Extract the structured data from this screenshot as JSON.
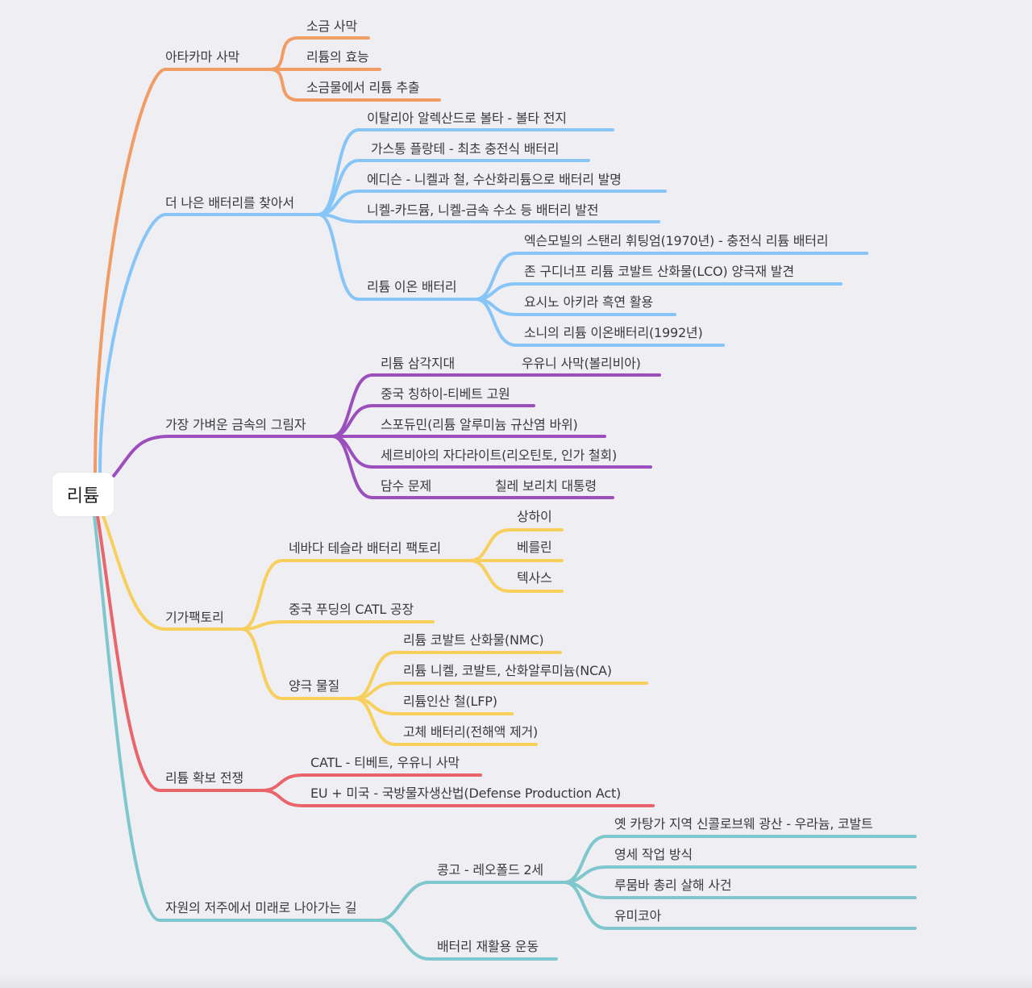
{
  "root": {
    "label": "리튬"
  },
  "colors": {
    "background": "#efeef3",
    "orange": "#f29c65",
    "blue": "#86c5f6",
    "purple": "#9b4fbd",
    "yellow": "#f7cf5c",
    "red": "#e8656b",
    "teal": "#7ec7cc"
  },
  "branches": [
    {
      "label": "아타카마 사막",
      "color": "orange",
      "children": [
        {
          "label": "소금 사막"
        },
        {
          "label": "리튬의 효능"
        },
        {
          "label": "소금물에서 리튬 추출"
        }
      ]
    },
    {
      "label": "더 나은 배터리를 찾아서",
      "color": "blue",
      "children": [
        {
          "label": "이탈리아 알렉산드로 볼타 - 볼타 전지"
        },
        {
          "label": "가스통 플랑테 - 최초 충전식 배터리"
        },
        {
          "label": "에디슨 - 니켈과 철, 수산화리튬으로 배터리 발명"
        },
        {
          "label": "니켈-카드뮴, 니켈-금속 수소 등 배터리 발전"
        },
        {
          "label": "리튬 이온 배터리",
          "children": [
            {
              "label": "엑슨모빌의 스탠리 휘팅엄(1970년) - 충전식 리튬 배터리"
            },
            {
              "label": "존 구디너프 리튬 코발트 산화물(LCO) 양극재 발견"
            },
            {
              "label": "요시노 아키라 흑연 활용"
            },
            {
              "label": "소니의 리튬 이온배터리(1992년)"
            }
          ]
        }
      ]
    },
    {
      "label": "가장 가벼운 금속의 그림자",
      "color": "purple",
      "children": [
        {
          "label": "리튬 삼각지대",
          "children": [
            {
              "label": "우유니 사막(볼리비아)"
            }
          ]
        },
        {
          "label": "중국 칭하이-티베트 고원"
        },
        {
          "label": "스포듀민(리튬 알루미늄 규산염 바위)"
        },
        {
          "label": "세르비아의 자다라이트(리오틴토, 인가 철회)"
        },
        {
          "label": "담수 문제",
          "children": [
            {
              "label": "칠레 보리치 대통령"
            }
          ]
        }
      ]
    },
    {
      "label": "기가팩토리",
      "color": "yellow",
      "children": [
        {
          "label": "네바다 테슬라 배터리 팩토리",
          "children": [
            {
              "label": "상하이"
            },
            {
              "label": "베를린"
            },
            {
              "label": "텍사스"
            }
          ]
        },
        {
          "label": "중국 푸딩의 CATL 공장"
        },
        {
          "label": "양극 물질",
          "children": [
            {
              "label": "리튬 코발트 산화물(NMC)"
            },
            {
              "label": "리튬 니켈, 코발트, 산화알루미늄(NCA)"
            },
            {
              "label": "리튬인산 철(LFP)"
            },
            {
              "label": "고체 배터리(전해액 제거)"
            }
          ]
        }
      ]
    },
    {
      "label": "리튬 확보 전쟁",
      "color": "red",
      "children": [
        {
          "label": "CATL - 티베트, 우유니 사막"
        },
        {
          "label": "EU + 미국 - 국방물자생산법(Defense Production Act)"
        }
      ]
    },
    {
      "label": "자원의 저주에서 미래로 나아가는 길",
      "color": "teal",
      "children": [
        {
          "label": "콩고 - 레오폴드 2세",
          "children": [
            {
              "label": "옛 카탕가 지역 신콜로브웨 광산 - 우라늄, 코발트"
            },
            {
              "label": "영세 작업 방식"
            },
            {
              "label": "루뭄바 총리 살해 사건"
            },
            {
              "label": "유미코아"
            }
          ]
        },
        {
          "label": "배터리 재활용 운동"
        }
      ]
    }
  ]
}
